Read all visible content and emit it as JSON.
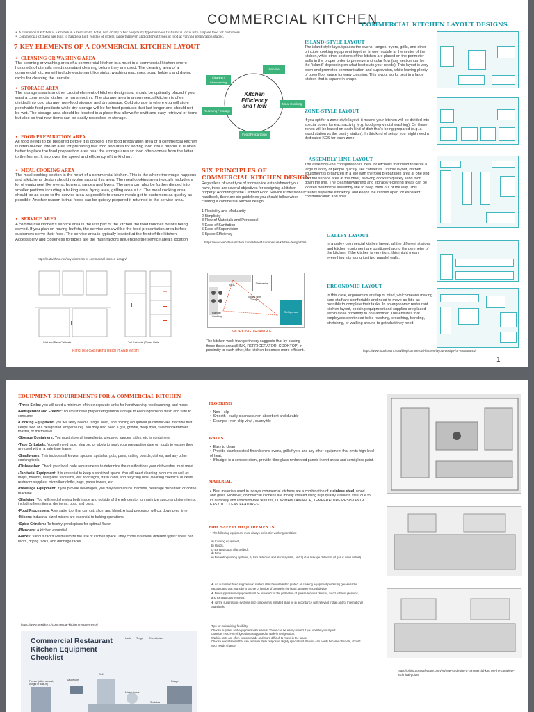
{
  "page1": {
    "title": "COMMERCIAL KITCHEN",
    "layout_header": "COMMERCIAL KITCHEN LAYOUT DESIGNS",
    "intro_1": "A commercial kitchen is a kitchen in a restaurant, hotel, bar, or any other hospitality type business that's main focus is to prepare food for customers.",
    "intro_2": "Commercial kitchens are built to handle a high volume of orders, large turnover, and different types of food at varying preparation stages.",
    "key_elements_heading": "7 KEY ELEMENTS OF A COMMERCIAL KITCHEN LAYOUT",
    "cleaning": {
      "heading": "CLEANING OR WASHING AREA",
      "text": "The cleaning or washing area of a commercial kitchen is a must in a commercial kitchen where hundreds of utensils needs constant cleaning before they are used. The cleaning area of a commercial kitchen will include equipment like sinks, washing machines, soap holders and drying racks for cleaning the utensils."
    },
    "storage": {
      "heading": "STORAGE AREA",
      "text": "The storage area is another crucial element of kitchen design and should be optimally placed if you want a commercial kitchen to run smoothly. The storage area in a commercial kitchen is often divided into cold storage, non-food storage and dry storage. Cold storage is where you will store perishable food products while dry storage will be for food products that last longer and should not be wet. The storage area should be located in a place that allows for swift and easy retrieval of items but also so that new items can be easily restocked in storage."
    },
    "food_prep": {
      "heading": "FOOD PREPARATION AREA",
      "text": "All food needs to be prepared before it is cooked. The food preparation area of a commercial kitchen is often divided into an area for preparing raw food and area for sorting food into a bundle. It is often better to place the food preparation area near the storage area so food often comes from the latter to the former. It improves the speed and efficiency of the kitchen."
    },
    "meal_cooking": {
      "heading": "MEAL COOKING AREA",
      "text": "The meal cooking section is the heart of a commercial kitchen. This is the where the magic happens and a kitchen's design should revolve around this area. The meal cooking area typically includes a lot of equipment like ovens, burners, ranges and fryers. The area can also be further divided into smaller portions including a baking area, frying area, grilling area e.t.c. The meal cooking area should be as close to the service area as possible to ensure meals get to customers as quickly as possible. Another reason is that foods can be quickly prepared if returned to the service area."
    },
    "service": {
      "heading": "SERVICE AREA",
      "text": "A commercial kitchen's service area is the last part of the kitchen the food touches before being served. If you plan on having buffets, the service area will be the food presentation area before customers serve their food. The service area is typically located at the front of the kitchen. Accessibility and closeness to tables are the main factors influencing the service area's location"
    },
    "link_1": "https://eatwithme.net/key-elements-of-commercial-kitchen-design/",
    "cabinet_caption": "KITCHEN CABINETS HEIGHT AND WIDTH",
    "cabinet_wall_label": "Wall and Base Cabinets",
    "cabinet_tall_label": "Tall Cabinets | Tower Units",
    "cycle": {
      "center": "Kitchen Efficiency and Flow",
      "nodes": [
        "Service",
        "Meal Cooking",
        "Food Preparation",
        "Receiving / Storage",
        "Cleaning / Warewashing"
      ]
    },
    "six_principles_heading": "SIX PRINCIPLES OF COMMERCIAL KITCHEN DESIGN",
    "six_principles_intro": "Regardless of what type of foodservice establishment you have, there are several objectives for designing a kitchen properly. According to the Certified Food Service Professionals handbook, there are six guidelines you should follow when creating a commercial kitchen design:",
    "principles": [
      "1.Flexibility and Modularity",
      "2.Simplicity",
      "3.Flow of Materials and Personnel",
      "4.Ease of Sanitation",
      "5.Ease of Supervision",
      "6.Space Efficiency"
    ],
    "link_2": "https://www.webstaurantstore.com/article/4/commercial-kitchen-design.html",
    "triangle": {
      "sink": "Sink",
      "dishwasher": "Dishwasher",
      "work": "Kitchen Work Triangle",
      "range": "Range/ Cooktop",
      "fridge": "Refrigerator",
      "caption": "WORKING TRIANGLE"
    },
    "triangle_text": "The kitchen work triangle theory suggests that by placing these three areas(SINK, REFRIGERATOR, COOKTOP) in proximity to each other, the kitchen becomes more efficient.",
    "island": {
      "heading": "ISLAND-STYLE LAYOUT",
      "text": "The island-style layout places the ovens, ranges, fryers, grills, and other principle cooking equipment together in one module at the center of the kitchen, while other sections of the kitchen are placed on the perimeter walls in the proper order to preserve a circular flow (any section can be the \"island\" depending on what best suits your needs). This layout is very open and promotes communication and supervision, while leaving plenty of open floor space for easy cleaning. This layout works best in a large kitchen that is square in shape."
    },
    "zone": {
      "heading": "ZONE-STYLE LAYOUT",
      "text": "If you opt for a zone-style layout, it means your kitchen will be divided into special zones for each activity (e.g. food prep vs dishwashing). Or, these zones will be based on each kind of dish that's being prepared (e.g. a salad station vs the pastry station). In this kind of setup, you might need a dedicated KDS for each zone."
    },
    "assembly": {
      "heading": "ASSEMBLY LINE LAYOUT",
      "text": "The assembly-line configuration is ideal for kitchens that need to serve a large quantity of people quickly, like cafeterias . In this layout, kitchen equipment is organized in a line with the food preparation area at one end and the service area at the other, allowing cooks to quickly send food down the line. The cleaning/washing and storage/receiving areas can be located behind the assembly line to keep them out of the way. This creates supreme efficiency, and keeps the kitchen open for excellent communication and flow."
    },
    "galley": {
      "heading": "GALLEY LAYOUT",
      "text": "In a galley commercial kitchen layout, all the different stations and kitchen equipment are positioned along the perimeter of the kitchen. If the kitchen is very tight, this might mean everything sits along just two parallel walls."
    },
    "ergonomic": {
      "heading": "ERGONOMIC LAYOUT",
      "text": "In this case, ergonomics are top of mind, which means making sure staff are comfortable and need to move as little as possible to complete their tasks. In an ergonomic restaurant kitchen layout, cooking equipment and supplies are placed within close proximity to one another. This ensures that employees don't need to be reaching, crouching, bending, stretching, or walking around to get what they need."
    },
    "link_3": "https://www.touchbistro.com/blog/commercial-kitchen-layout-design-for-restaurants/",
    "page_number": "1"
  },
  "page2": {
    "equipment_heading": "EQUIPMENT REQUIREMENTS FOR A COMMERCIAL KITCHEN",
    "equipment": [
      {
        "name": "Three Sinks:",
        "text": " you will need a minimum of three separate sinks for handwashing, food washing, and mops."
      },
      {
        "name": "Refrigerator and Freezer:",
        "text": " You must have proper refrigeration storage to keep ingredients fresh and safe to consume"
      },
      {
        "name": "Cooking Equipment:",
        "text": " you will likely need a range, oven, and holding equipment (a cabinet-like machine that keeps food at a designated temperature). You may also need a grill, griddle, deep fryer, salamander/broiler, toaster, or microwave."
      },
      {
        "name": "Storage Containers:",
        "text": " You must store all ingredients, prepared sauces, sides, etc in containers."
      },
      {
        "name": "Tape Or Labels:",
        "text": " You will need tape, sharpie, or labels to mark your preparation date on foods to ensure they are used within a safe time frame."
      },
      {
        "name": "Smallwares:",
        "text": " This includes all knives, spoons, spatulas, pots, pans, cutting boards, dishes, and any other cooking tools."
      },
      {
        "name": "Dishwasher",
        "text": ": Check your local code requirements to determine the qualifications your dishwasher must meet."
      },
      {
        "name": "Janitorial Equipment:",
        "text": " It is essential to keep a sanitized space. You will need cleaning products as well as mops, brooms, dustpans, vacuums, wet floor signs, trash cans, and recycling bins, cleaning chemical buckets, restroom supplies, microfiber cloths, rags, paper towels, etc."
      },
      {
        "name": "Beverage Equipment:",
        "text": " If you provide beverages, you may need an ice machine, beverage dispenser, or coffee machine."
      },
      {
        "name": "Shelving:",
        "text": " You will need shelving both inside and outside of the refrigerator to maximize space and store items, including fresh items, dry items, pots, and pans."
      },
      {
        "name": "Food Processors:",
        "text": " A versatile tool that can cut, slice, and blend. A food processor will cut down prep time."
      },
      {
        "name": "Mixers:",
        "text": " industrial-sized mixers are essential to baking operations."
      },
      {
        "name": "Spice Grinders:",
        "text": " To freshly grind spices for optimal flavor."
      },
      {
        "name": "Blenders:",
        "text": " A kitchen essential."
      },
      {
        "name": "Racks:",
        "text": " Various racks will maximize the use of kitchen space. They come in several different types: sheet pan racks, drying racks, and dunnage racks."
      }
    ],
    "link_4": "https://www.nextbite.io/commercial-kitchen-requirements/",
    "checklist_title": "Commercial Restaurant Kitchen Equipment Checklist",
    "checklist_labels": [
      "Ladle",
      "Tongs",
      "Chef's knives",
      "Freezer (either a chest, upright or walk-in)",
      "Saucepans",
      "Mixing bowls",
      "Range",
      "Spatulas",
      "Grill"
    ],
    "flooring": {
      "heading": "FLOORING",
      "items": [
        "Non – slip",
        "Smooth , easily cleanable.non-absorbent and durable",
        "Example : non-skip vinyl , quarry tile"
      ]
    },
    "walls": {
      "heading": "WALLS",
      "items": [
        "Easy to clean",
        "Provide stainless steel finish behind ovens, grills,fryers and any other equipment that emits high level of heat.",
        "If budget is a consideration , provide fibre glass renforeced panels in wet areas and semi gloss paint."
      ]
    },
    "material": {
      "heading": "MATERIAL",
      "pre": "Best materials used in today's commercial kitchens are a combination of ",
      "bold": "stainless steel",
      "post": ", wood and glass. However, commercial kitchens are mostly created using high quality stainless steel due to its durability and corrosion-free features, LOW MAINTAINANCE, TEMPERATURE RESISTANT & EASY TO CLEAN FEATURES"
    },
    "fire": {
      "heading": "FIRE SAFETY REQUIREMENTS",
      "intro": "The following equipment must always be kept in working condition:",
      "list": [
        "a)  Cooking equipment,",
        "b)  Hoods,",
        "c)  Exhaust ducts (if provided),",
        "d)  Fans",
        "e)  Fire extinguishing systems, 6) Fire detection and alarm system, and 7) Gas leakage detectors (if gas is used as fuel)."
      ],
      "bullets": [
        "An automatic fixed suppression system shall be installed to protect all cooking equipment producing grease-laden vapours and that might be a source of ignition of grease in the hood, grease removal device.",
        "Fire-suppression equipmentshall be provided for the protection of grease removal devices, hood exhaust plenums, and exhaust duct systems.",
        "All fire suppression systems and components installed shall be in accordance with relevant Indian and/or International Standards."
      ]
    },
    "tips": [
      "Tips for maintaining flexibility:",
      "Choose supplies and equipment with wheels. These can be easily moved if you update your layout.",
      "Consider reach-in refrigeration as opposed to walk-in refrigeration.",
      "Walk-in units are often custom-made and more difficult to move in the future.",
      "Choose workstations that can serve multiple purposes. Highly specialized stations can easily become obsolete, should your needs change."
    ],
    "link_5": "https://bibliu.accessfeature.com/en/how-to-design-a-commercial-kitchen-the-complete-technical-guide/"
  },
  "colors": {
    "orange": "#e0421a",
    "teal": "#1a9aa6",
    "green": "#3bb37a"
  }
}
